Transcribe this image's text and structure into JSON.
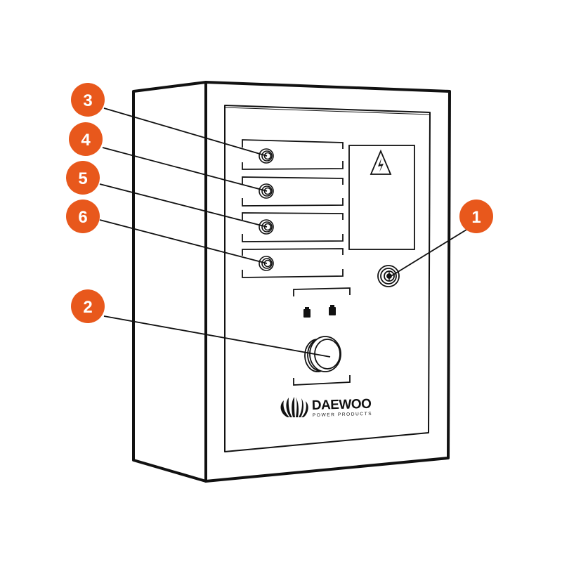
{
  "diagram": {
    "accent_color": "#e8581c",
    "brand": {
      "name": "DAEWOO",
      "tagline": "POWER PRODUCTS"
    },
    "callouts": [
      {
        "label": "1",
        "target": "key-switch"
      },
      {
        "label": "2",
        "target": "main-button"
      },
      {
        "label": "3",
        "target": "indicator-lamp-1"
      },
      {
        "label": "4",
        "target": "indicator-lamp-2"
      },
      {
        "label": "5",
        "target": "indicator-lamp-3"
      },
      {
        "label": "6",
        "target": "indicator-lamp-4"
      }
    ],
    "icons": [
      "high-voltage-warning-icon",
      "daewoo-logo-icon"
    ]
  }
}
